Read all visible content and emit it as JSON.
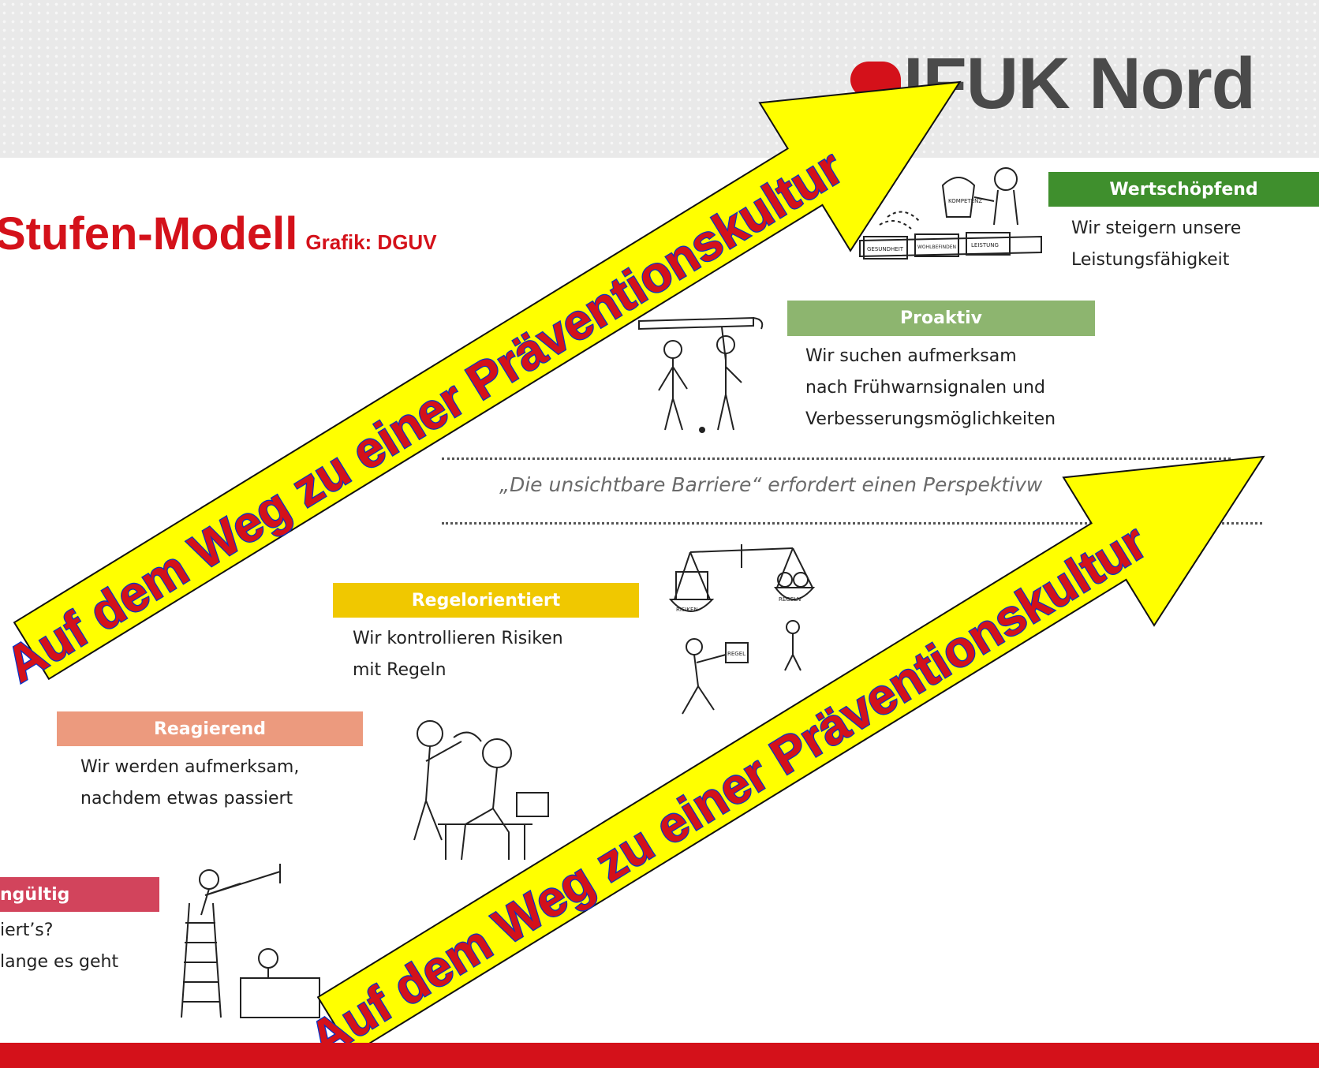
{
  "header": {
    "logo_text": "IFUK Nord"
  },
  "title": {
    "main": "Stufen-Modell",
    "credit": "Grafik: DGUV"
  },
  "stages": [
    {
      "label": "Wertschöpfend",
      "color": "#3f8f2d",
      "lines": [
        "Wir steigern unsere",
        "Leistungsfähigkeit"
      ]
    },
    {
      "label": "Proaktiv",
      "color": "#8db56f",
      "lines": [
        "Wir suchen aufmerksam",
        "nach Frühwarnsignalen und",
        "Verbesserungsmöglichkeiten"
      ]
    },
    {
      "label": "Regelorientiert",
      "color": "#f0c800",
      "lines": [
        "Wir kontrollieren Risiken",
        "mit Regeln"
      ]
    },
    {
      "label": "Reagierend",
      "color": "#ec9a7e",
      "lines": [
        "Wir werden aufmerksam,",
        "nachdem etwas passiert"
      ]
    },
    {
      "label": "ngültig",
      "color": "#d2445c",
      "lines": [
        "iert’s?",
        "lange es geht"
      ]
    }
  ],
  "barrier": {
    "text": "„Die unsichtbare Barriere“ erfordert einen Perspektivw"
  },
  "illustration_labels": {
    "wert_signs": [
      "GESUNDHEIT",
      "WOHLBEFINDEN",
      "LEISTUNG"
    ],
    "wert_bag": "KOMPETENZ",
    "regel_scale": [
      "RISIKEN",
      "REGELN"
    ],
    "regel_box": "REGEL"
  },
  "arrows": [
    {
      "text": "Auf dem Weg zu einer Präventionskultur"
    },
    {
      "text": "Auf dem Weg zu einer Präventionskultur"
    }
  ],
  "colors": {
    "brand_red": "#d4111a",
    "arrow_fill": "#ffff00",
    "arrow_text": "#d4111a",
    "arrow_outline": "#0033cc"
  }
}
